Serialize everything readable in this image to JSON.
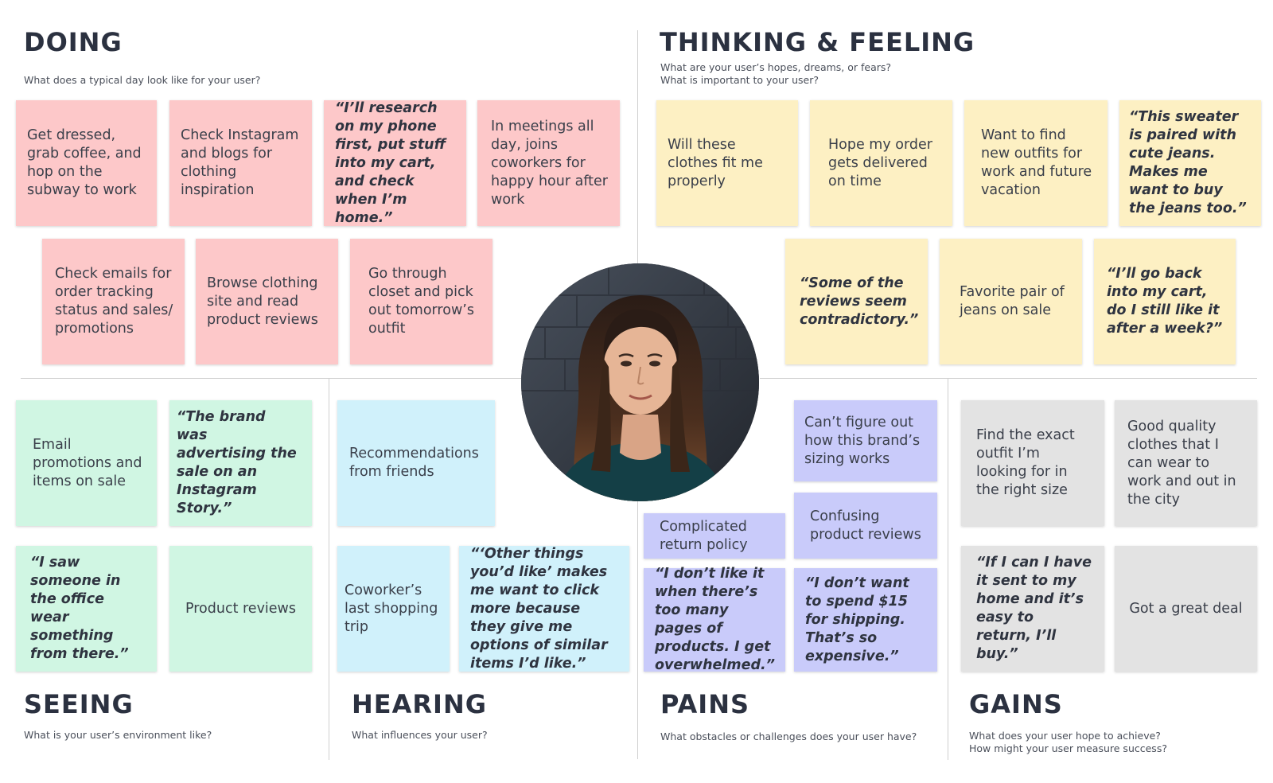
{
  "doing": {
    "title": "DOING",
    "subtitle": "What does a typical day look like for your user?",
    "notes": [
      "Get dressed, grab coffee, and hop on the subway to work",
      "Check Instagram and blogs for clothing inspiration",
      "“I’ll research on my phone first, put stuff into my cart, and check when I’m home.”",
      "In meetings all day,  joins coworkers for happy hour after work",
      "Check emails for order tracking status and sales/ promotions",
      "Browse clothing site and read product reviews",
      "Go through closet and pick out tomorrow’s outfit"
    ]
  },
  "thinking": {
    "title": "THINKING & FEELING",
    "subtitle_1": "What are your user’s hopes, dreams, or fears?",
    "subtitle_2": "What is important to your user?",
    "notes": [
      "Will these clothes fit me properly",
      "Hope my order gets delivered on time",
      "Want to find new outfits for work and future vacation",
      "“This sweater is paired with cute jeans. Makes me want to buy the jeans too.”",
      "“Some of the reviews seem contradictory.”",
      "Favorite pair of jeans on sale",
      "“I’ll go back into my cart, do I still like it after a week?”"
    ]
  },
  "seeing": {
    "title": "SEEING",
    "subtitle": "What is your user’s environment like?",
    "notes": [
      "Email promotions and items on sale",
      "“The brand was advertising the sale on an Instagram Story.”",
      "“I saw someone in the office wear something from there.”",
      "Product reviews"
    ]
  },
  "hearing": {
    "title": "HEARING",
    "subtitle": "What influences your user?",
    "notes": [
      "Recommendations from friends",
      "Coworker’s last shopping trip",
      "“‘Other things you’d like’ makes me want to click more because they give me options of similar items I’d like.”"
    ]
  },
  "pains": {
    "title": "PAINS",
    "subtitle": "What obstacles or challenges does your user have?",
    "notes": [
      "Can’t figure out how this brand’s sizing works",
      "Complicated return policy",
      "Confusing product reviews",
      "“I don’t like it when there’s too many pages of products. I get overwhelmed.”",
      "“I don’t want to spend $15 for shipping. That’s so expensive.”"
    ]
  },
  "gains": {
    "title": "GAINS",
    "subtitle_1": "What does your user hope to achieve?",
    "subtitle_2": "How might your user measure success?",
    "notes": [
      "Find the exact outfit I’m looking for in the right size",
      "Good quality clothes that I can wear to work and out in the city",
      "“If I can I have it sent to my home and it’s easy to return, I’ll buy.”",
      "Got a great deal"
    ]
  },
  "colors": {
    "doing": "#fdc8c9",
    "thinking": "#fdf0c3",
    "seeing": "#d0f6e3",
    "hearing": "#d0f1fb",
    "pains": "#c9cbfa",
    "gains": "#e3e3e3"
  }
}
